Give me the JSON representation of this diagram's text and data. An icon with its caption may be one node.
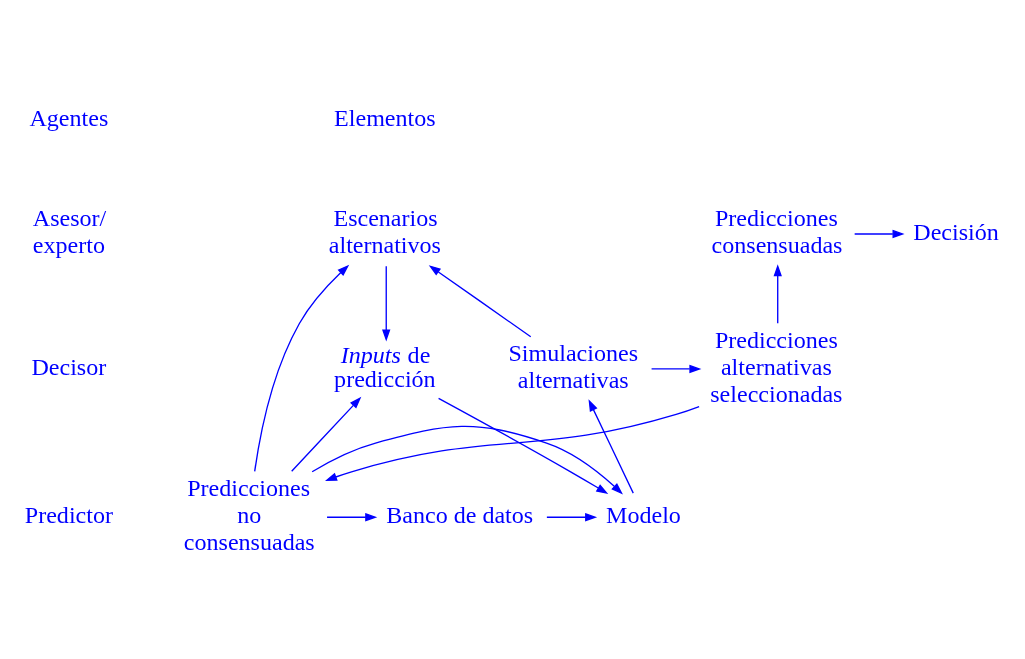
{
  "diagram": {
    "nodes": [
      {
        "text": [
          "Escenarios alternativos"
        ]
      },
      {
        "text": [
          "*Inputs* de predicción"
        ]
      },
      {
        "text": [
          "Simulaciones alternativas"
        ]
      },
      {
        "text": [
          "Banco de datos"
        ]
      },
      {
        "text": [
          "Modelo"
        ]
      },
      {
        "text": [
          "Predicciones consensuadas"
        ]
      },
      {
        "text": [
          "Decisión"
        ]
      },
      {
        "text": [
          "Predicciones alternativas seleccionadas"
        ]
      },
      {
        "text": [
          "Predicciones no consensuadas"
        ]
      }
    ],
    "edges": [
      {
        "from": 0,
        "to": 1,
        "arrow": "to"
      },
      {
        "from": 1,
        "to": 4,
        "arrow": "to"
      },
      {
        "from": 3,
        "to": 4,
        "arrow": "to"
      },
      {
        "from": 4,
        "to": 2,
        "arrow": "to"
      },
      {
        "from": 2,
        "to": 0,
        "arrow": "to"
      },
      {
        "from": 2,
        "to": 7,
        "arrow": "to"
      },
      {
        "from": 7,
        "to": 5,
        "arrow": "to"
      },
      {
        "from": 5,
        "to": 6,
        "arrow": "to"
      },
      {
        "from": 7,
        "to": 8,
        "arrow": "to"
      },
      {
        "from": 8,
        "to": 0,
        "arrow": "to"
      },
      {
        "from": 8,
        "to": 1,
        "arrow": "to"
      },
      {
        "from": 8,
        "to": 3,
        "arrow": "to"
      },
      {
        "from": 8,
        "to": 4,
        "arrow": "to"
      }
    ],
    "labels": [
      "Agentes",
      "Elementos",
      "Asesor/ experto",
      "Decisor",
      "Predictor"
    ]
  }
}
